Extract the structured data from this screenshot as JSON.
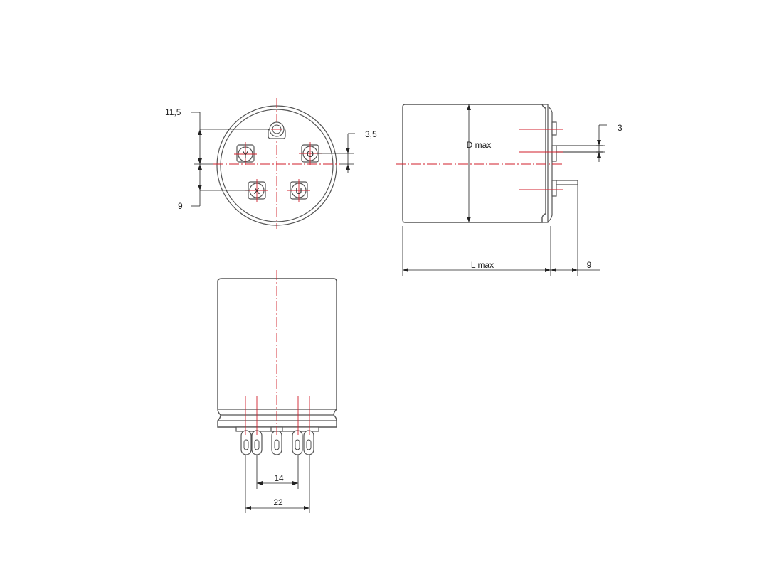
{
  "colors": {
    "outline": "#555555",
    "center_line": "#d21f2b",
    "dimension": "#222222"
  },
  "top_view": {
    "dim_upper": "11,5",
    "dim_lower": "9",
    "dim_offset": "3,5",
    "terminals": [
      {
        "marking": ""
      },
      {
        "marking": "Y"
      },
      {
        "marking": "O"
      },
      {
        "marking": "X"
      },
      {
        "marking": "U"
      }
    ]
  },
  "side_view": {
    "diameter_label": "D max",
    "length_label": "L max",
    "pin_length": "9",
    "pin_thickness": "3"
  },
  "front_view": {
    "inner_pitch": "14",
    "outer_pitch": "22"
  }
}
